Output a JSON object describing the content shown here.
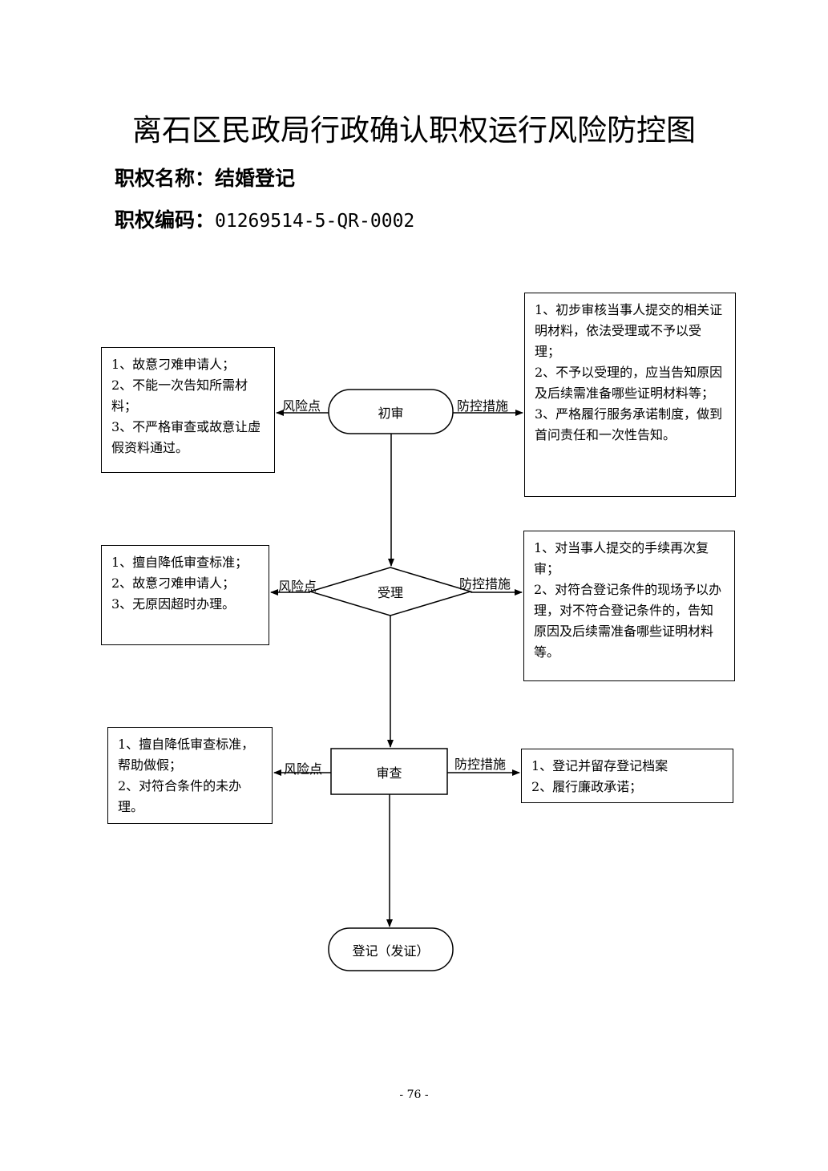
{
  "title": "离石区民政局行政确认职权运行风险防控图",
  "authority_name_label": "职权名称：",
  "authority_name": "结婚登记",
  "authority_code_label": "职权编码：",
  "authority_code": "01269514-5-QR-0002",
  "edge_labels": {
    "risk": "风险点",
    "control": "防控措施"
  },
  "steps": [
    {
      "name": "初审",
      "shape": "rounded",
      "risks": [
        "1、故意刁难申请人；",
        "2、不能一次告知所需材料；",
        "3、不严格审查或故意让虚假资料通过。"
      ],
      "controls": [
        "1、初步审核当事人提交的相关证明材料，依法受理或不予以受理；",
        "2、不予以受理的，应当告知原因及后续需准备哪些证明材料等；",
        "3、严格履行服务承诺制度，做到首问责任和一次性告知。"
      ]
    },
    {
      "name": "受理",
      "shape": "diamond",
      "risks": [
        "1、擅自降低审查标准；",
        "2、故意刁难申请人；",
        "3、无原因超时办理。"
      ],
      "controls": [
        "1、对当事人提交的手续再次复审；",
        "2、对符合登记条件的现场予以办理，对不符合登记条件的，告知原因及后续需准备哪些证明材料等。"
      ]
    },
    {
      "name": "审查",
      "shape": "rect",
      "risks": [
        "1、擅自降低审查标准，帮助做假；",
        "2、对符合条件的未办理。"
      ],
      "controls": [
        "1、登记并留存登记档案",
        "2、履行廉政承诺；"
      ]
    }
  ],
  "end_node": "登记（发证）",
  "page_number": "- 76 -"
}
